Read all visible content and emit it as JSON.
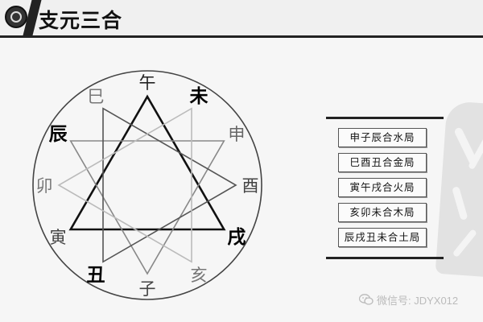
{
  "header": {
    "title": "支元三合"
  },
  "diagram": {
    "branches": [
      {
        "name": "午",
        "bold": false,
        "color": "#222222"
      },
      {
        "name": "未",
        "bold": true,
        "color": "#000000"
      },
      {
        "name": "申",
        "bold": false,
        "color": "#666666"
      },
      {
        "name": "酉",
        "bold": false,
        "color": "#444444"
      },
      {
        "name": "戌",
        "bold": true,
        "color": "#000000"
      },
      {
        "name": "亥",
        "bold": false,
        "color": "#777777"
      },
      {
        "name": "子",
        "bold": false,
        "color": "#444444"
      },
      {
        "name": "丑",
        "bold": true,
        "color": "#000000"
      },
      {
        "name": "寅",
        "bold": false,
        "color": "#444444"
      },
      {
        "name": "卯",
        "bold": false,
        "color": "#777777"
      },
      {
        "name": "辰",
        "bold": true,
        "color": "#000000"
      },
      {
        "name": "巳",
        "bold": false,
        "color": "#777777"
      }
    ],
    "triangles": [
      {
        "members": [
          "戌",
          "午",
          "寅"
        ],
        "color": "#111111"
      },
      {
        "members": [
          "辰",
          "申",
          "子"
        ],
        "color": "#888888"
      },
      {
        "members": [
          "巳",
          "酉",
          "丑"
        ],
        "color": "#555555"
      },
      {
        "members": [
          "亥",
          "卯",
          "未"
        ],
        "color": "#bbbbbb"
      }
    ]
  },
  "combinations": [
    "申子辰合水局",
    "巳酉丑合金局",
    "寅午戌合火局",
    "亥卯未合木局",
    "辰戌丑未合土局"
  ],
  "watermark": {
    "text": "微信号: JDYX012"
  }
}
